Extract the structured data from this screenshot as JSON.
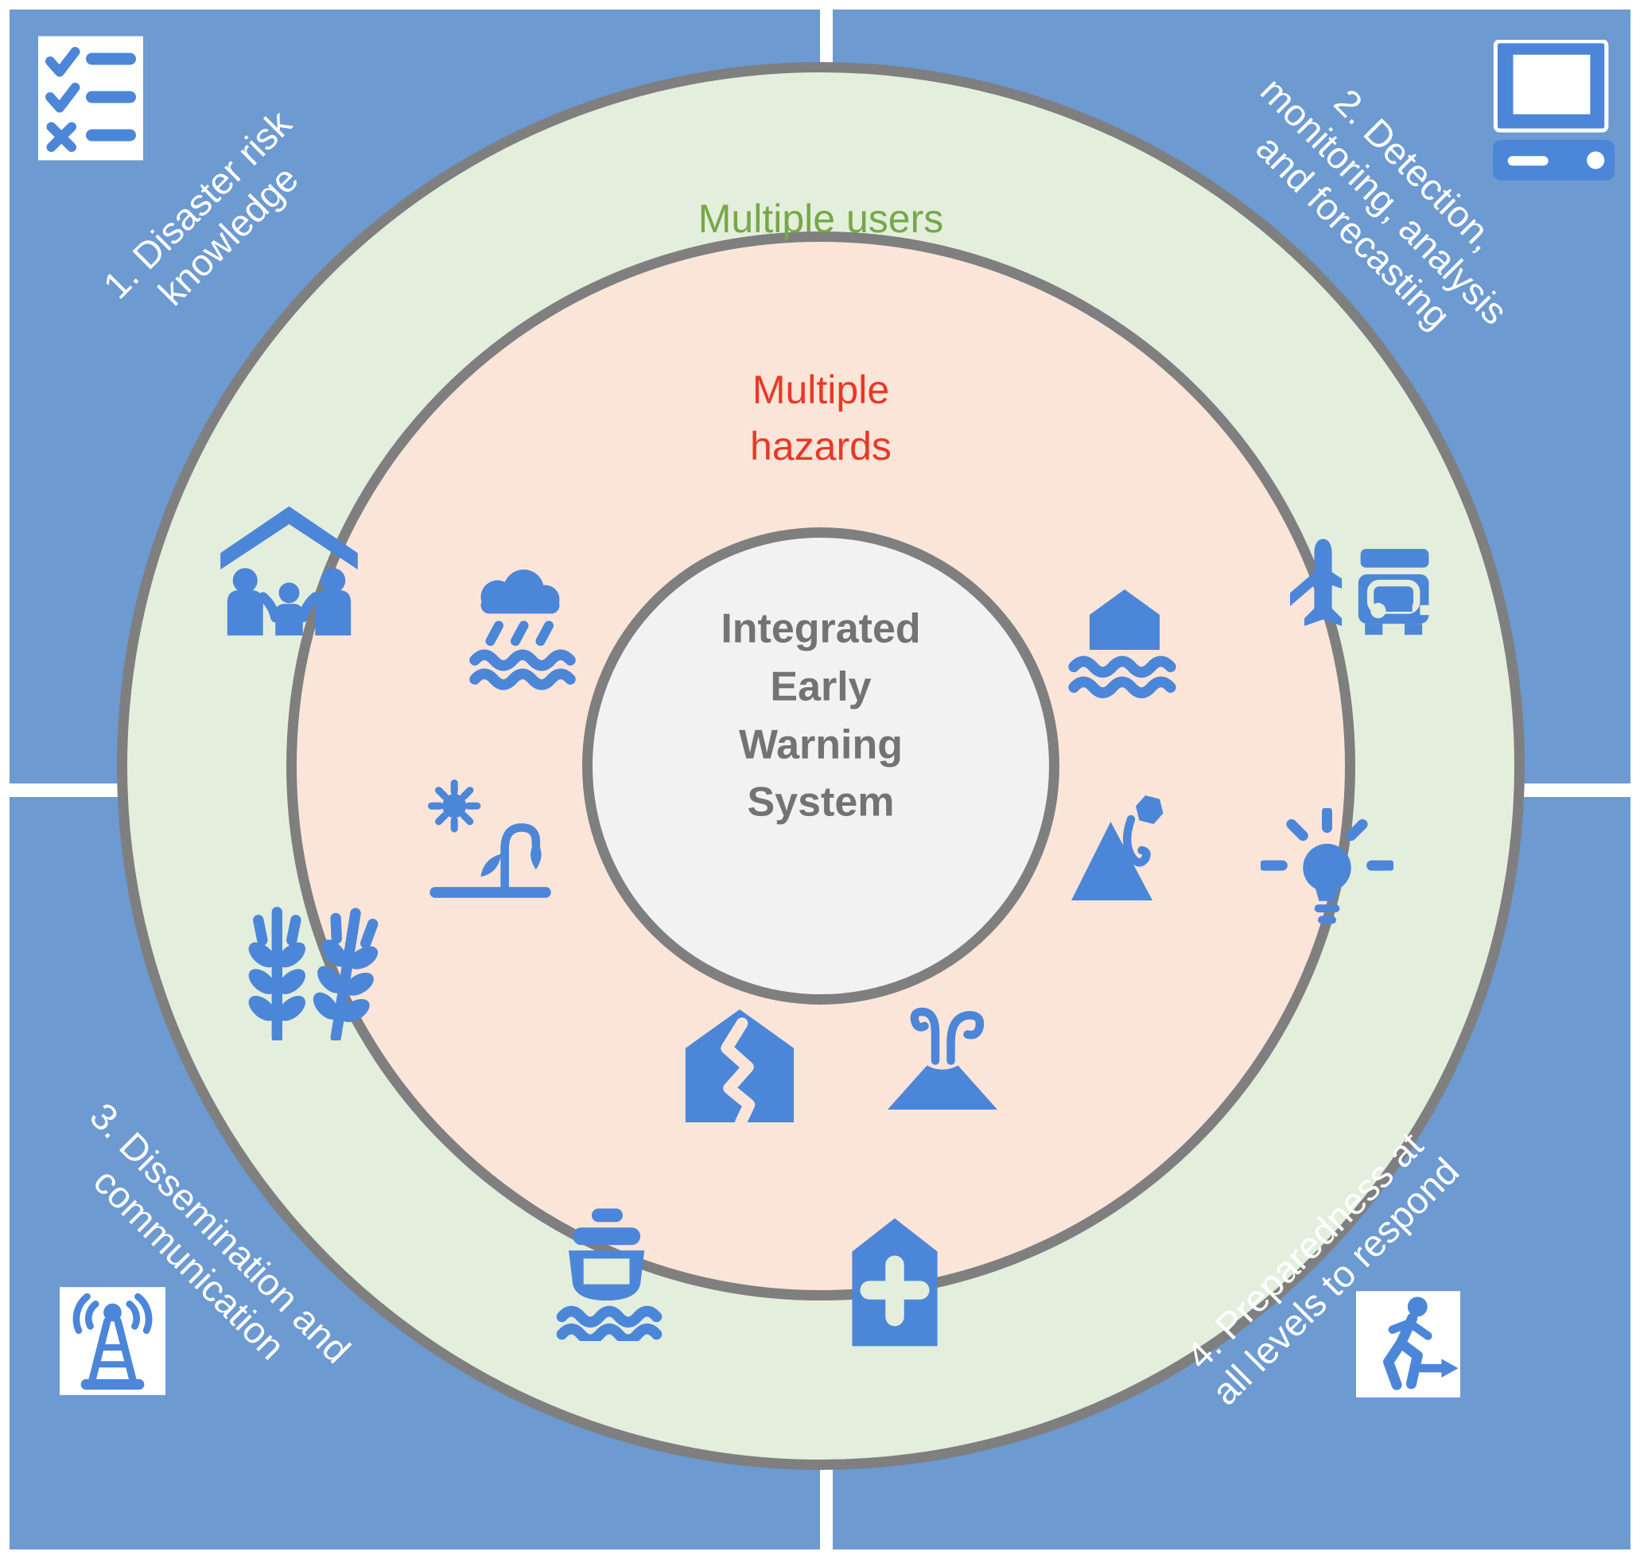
{
  "title": "Integrated Early Warning System",
  "colors": {
    "quadrant_blue": "#6c9ad1",
    "icon_blue": "#4c86d8",
    "users_ring_green": "#e4eedd",
    "hazards_ring_pink": "#fbe5d9",
    "center_circle_gray": "#f2f2f2",
    "ring_border_gray": "#7f7f7f",
    "users_text_green": "#76a845",
    "hazards_text_red": "#e93826",
    "center_text_gray": "#737373",
    "quadrant_text_white": "#ffffff"
  },
  "center_circle": {
    "line1": "Integrated",
    "line2": "Early",
    "line3": "Warning",
    "line4": "System"
  },
  "rings": {
    "users": {
      "label": "Multiple users"
    },
    "hazards": {
      "label_line1": "Multiple",
      "label_line2": "hazards"
    }
  },
  "quadrants": {
    "q1": {
      "line1": "1. Disaster risk",
      "line2": "knowledge",
      "icon": "checklist-icon"
    },
    "q2": {
      "line1": "2. Detection,",
      "line2": "monitoring, analysis",
      "line3": "and forecasting",
      "icon": "computer-icon"
    },
    "q3": {
      "line1": "3. Dissemination and",
      "line2": "communication",
      "icon": "radio-tower-icon"
    },
    "q4": {
      "line1": "4. Preparedness at",
      "line2": "all levels to respond",
      "icon": "emergency-exit-icon"
    }
  },
  "hazard_icons": [
    "heavy-rain-icon",
    "drought-icon",
    "flood-icon",
    "landslide-icon",
    "earthquake-icon",
    "volcano-icon"
  ],
  "user_icons": [
    "shelter-family-icon",
    "wheat-icon",
    "ferry-icon",
    "hospital-icon",
    "transport-icon",
    "lightbulb-icon"
  ]
}
